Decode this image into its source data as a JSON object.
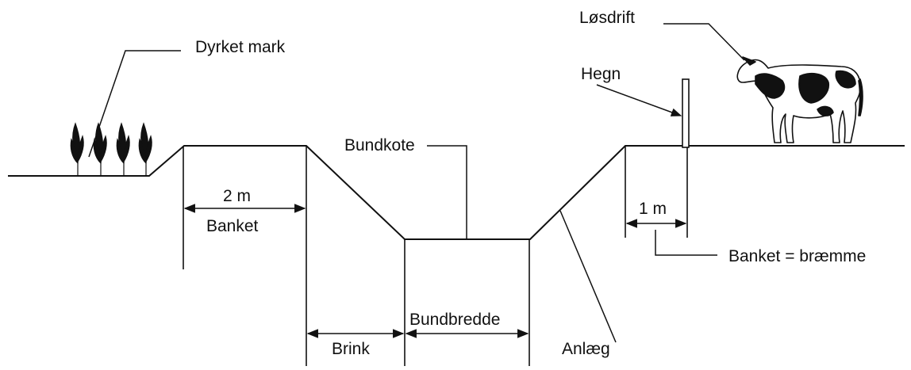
{
  "labels": {
    "cultivated_field": "Dyrket mark",
    "loose_drift": "Løsdrift",
    "fence": "Hegn",
    "bottom_level": "Bundkote",
    "berm_width": "2 m",
    "berm": "Banket",
    "one_meter": "1 m",
    "berm_equals_verge": "Banket = bræmme",
    "bottom_width": "Bundbredde",
    "bank": "Brink",
    "slope": "Anlæg"
  },
  "colors": {
    "ink": "#111111",
    "background": "#ffffff"
  },
  "icons": [
    "crop-plant-icon",
    "cow-icon",
    "fence-post-icon"
  ]
}
